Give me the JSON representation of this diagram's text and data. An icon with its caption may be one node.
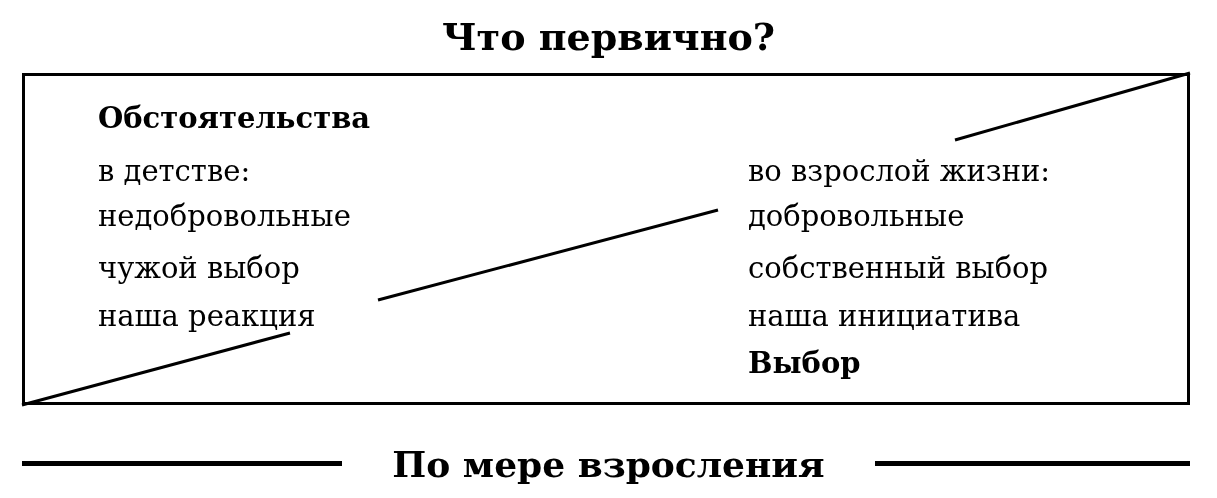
{
  "diagram": {
    "title": "Что первично?",
    "caption": "По мере взросления",
    "nodes": [
      {
        "text": [
          "Обстоятельства",
          "в детстве:",
          "недобровольные",
          "чужой выбор",
          "наша реакция",
          "во взрослой жизни:",
          "добровольные",
          "собственный выбор",
          "наша инициатива",
          "Выбор"
        ]
      }
    ]
  }
}
